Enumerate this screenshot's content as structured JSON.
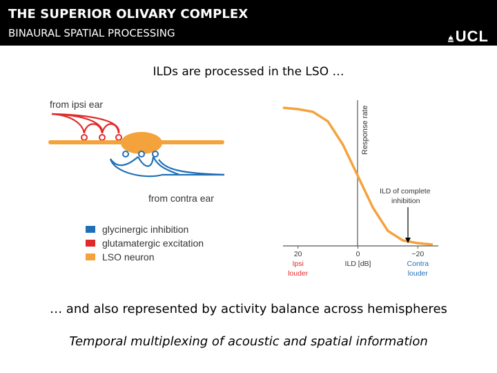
{
  "header": {
    "title": "THE SUPERIOR OLIVARY COMPLEX",
    "subtitle": "BINAURAL SPATIAL PROCESSING",
    "logo": "UCL"
  },
  "heading": "ILDs are processed in the LSO …",
  "left_figure": {
    "ipsi_label": "from ipsi ear",
    "contra_label": "from contra ear",
    "legend": [
      {
        "label": "glycinergic inhibition",
        "color": "#1f6fb5"
      },
      {
        "label": "glutamatergic excitation",
        "color": "#e02a2a"
      },
      {
        "label": "LSO neuron",
        "color": "#f4a23c"
      }
    ]
  },
  "chart_data": {
    "type": "line",
    "ylabel": "Response rate",
    "xlabel": "ILD [dB]",
    "x_ticks": [
      "20",
      "0",
      "−20"
    ],
    "x_tick_sublabels": [
      {
        "text": [
          "Ipsi",
          "louder"
        ],
        "color": "#e02a2a"
      },
      {
        "text": [
          "",
          ""
        ],
        "color": "#000000"
      },
      {
        "text": [
          "Contra",
          "louder"
        ],
        "color": "#1f6fb5"
      }
    ],
    "annotation": [
      "ILD of complete",
      "inhibition"
    ],
    "curve_color": "#f4a23c",
    "series": [
      {
        "x": [
          25,
          20,
          15,
          10,
          5,
          0,
          -5,
          -10,
          -15,
          -20,
          -25
        ],
        "y": [
          1.0,
          0.99,
          0.97,
          0.9,
          0.73,
          0.5,
          0.27,
          0.1,
          0.03,
          0.01,
          0.0
        ]
      }
    ],
    "xlim": [
      25,
      -25
    ],
    "ylim": [
      0,
      1
    ]
  },
  "caption": "… and also represented by activity balance across hemispheres",
  "footer": "Temporal multiplexing of acoustic and spatial information"
}
